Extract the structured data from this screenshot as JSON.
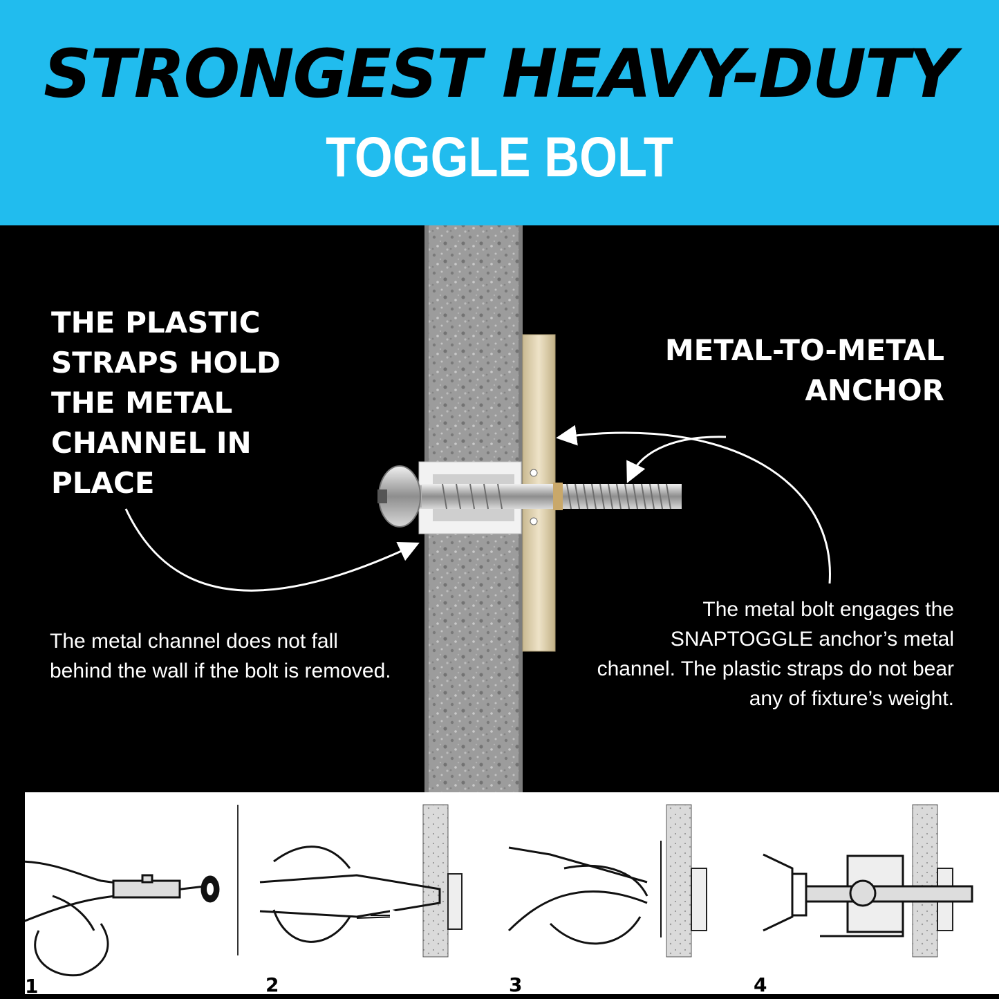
{
  "header": {
    "title_line1": "STRONGEST HEAVY-DUTY",
    "title_line2": "TOGGLE BOLT"
  },
  "callouts": {
    "left_heading": "THE PLASTIC STRAPS HOLD THE METAL CHANNEL IN PLACE",
    "left_body": "The metal channel does not fall behind the wall if the bolt is removed.",
    "right_heading": "METAL-TO-METAL ANCHOR",
    "right_body": "The metal bolt engages the SNAPTOGGLE anchor’s metal channel. The plastic straps do not bear any of fixture’s weight."
  },
  "steps": [
    {
      "number": "1"
    },
    {
      "number": "2"
    },
    {
      "number": "3"
    },
    {
      "number": "4"
    }
  ],
  "colors": {
    "banner": "#21bcee",
    "background": "#000000",
    "wall": "#9a9a9a",
    "channel": "#d9cba8",
    "strip": "#ffffff"
  }
}
